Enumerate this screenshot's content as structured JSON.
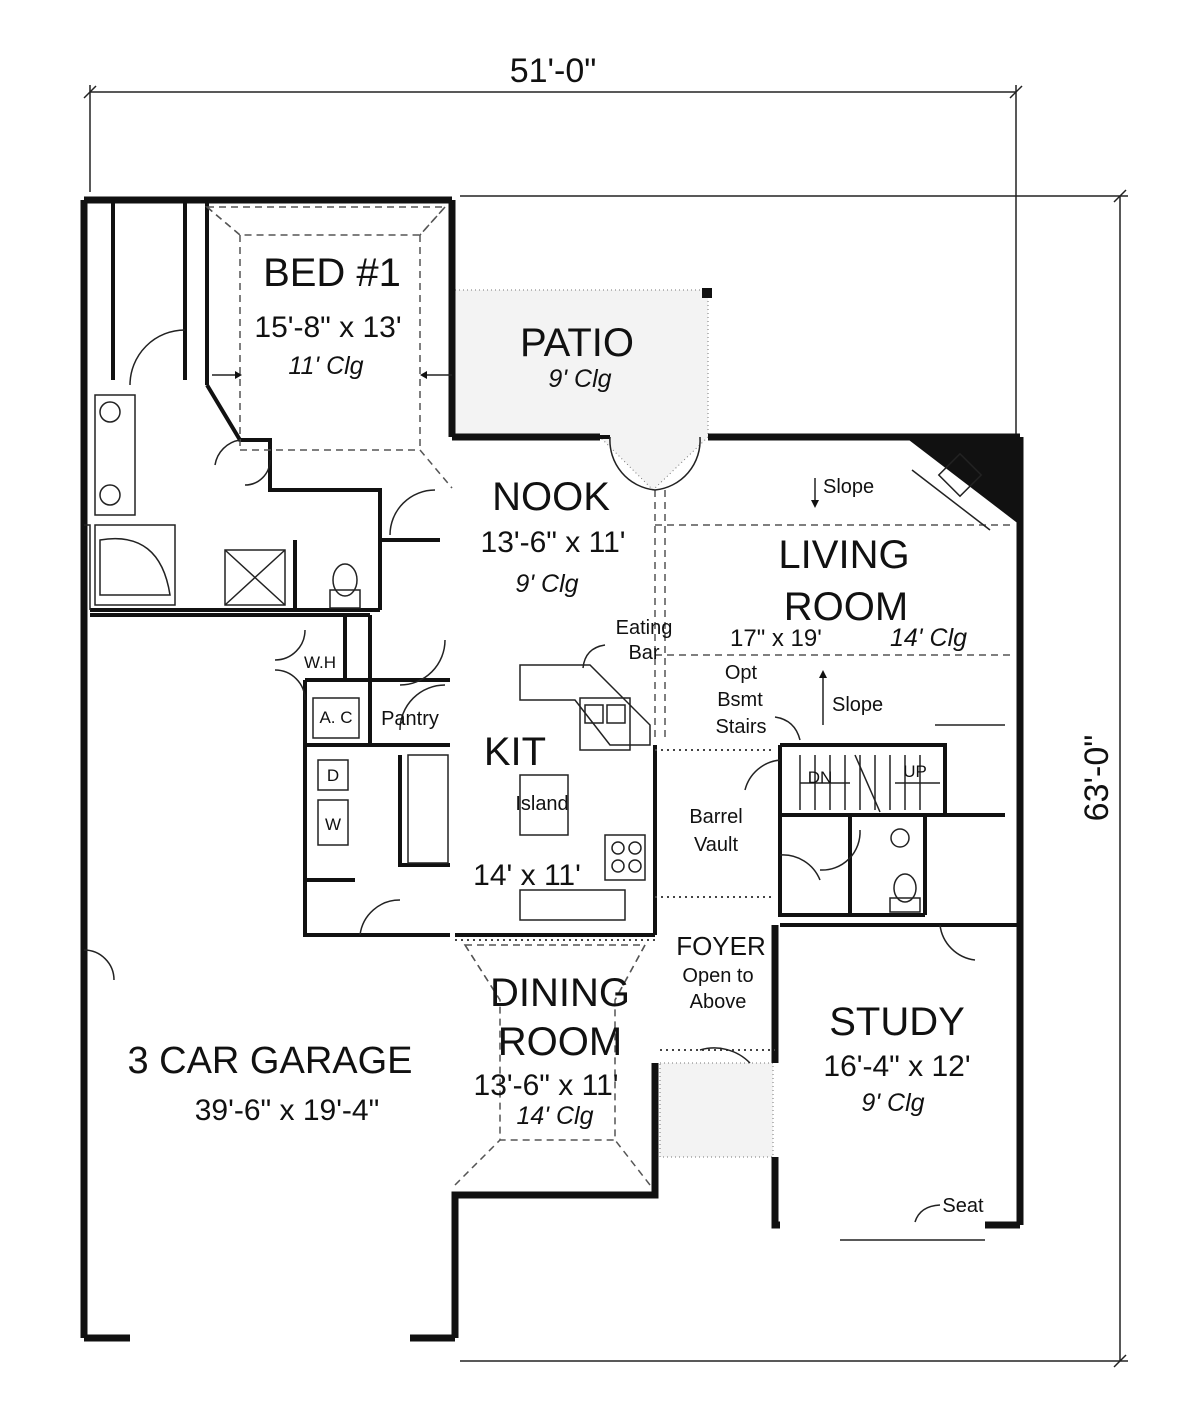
{
  "overall": {
    "width": "51'-0\"",
    "depth": "63'-0\""
  },
  "rooms": {
    "bed1": {
      "name": "BED #1",
      "size": "15'-8\" x 13'",
      "clg": "11' Clg"
    },
    "patio": {
      "name": "PATIO",
      "clg": "9' Clg"
    },
    "nook": {
      "name": "NOOK",
      "size": "13'-6\" x 11'",
      "clg": "9' Clg"
    },
    "living": {
      "name1": "LIVING",
      "name2": "ROOM",
      "size": "17\" x 19'",
      "clg": "14' Clg"
    },
    "kitchen": {
      "name": "KIT",
      "island": "Island",
      "size": "14' x 11'"
    },
    "dining": {
      "name1": "DINING",
      "name2": "ROOM",
      "size": "13'-6\" x 11'",
      "clg": "14' Clg"
    },
    "foyer": {
      "name": "FOYER",
      "note1": "Open to",
      "note2": "Above"
    },
    "study": {
      "name": "STUDY",
      "size": "16'-4\" x 12'",
      "clg": "9' Clg"
    },
    "garage": {
      "name": "3 CAR GARAGE",
      "size": "39'-6\" x 19'-4\""
    }
  },
  "labels": {
    "slope_top": "Slope",
    "slope_bottom": "Slope",
    "eating1": "Eating",
    "eating2": "Bar",
    "opt1": "Opt",
    "opt2": "Bsmt",
    "opt3": "Stairs",
    "barrel1": "Barrel",
    "barrel2": "Vault",
    "dn": "DN",
    "up": "UP",
    "wh": "W.H",
    "ac": "A. C",
    "pantry": "Pantry",
    "washer": "W",
    "dryer": "D",
    "seat": "Seat"
  }
}
